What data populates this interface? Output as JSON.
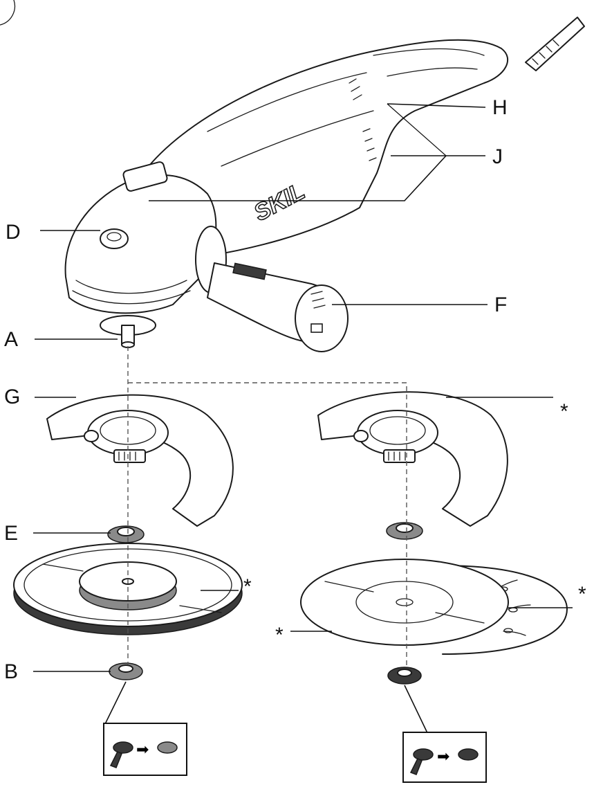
{
  "labels": {
    "a": "A",
    "b": "B",
    "d": "D",
    "e": "E",
    "f": "F",
    "g": "G",
    "h": "H",
    "j": "J"
  },
  "brand": "SKIL",
  "asterisk": "*",
  "icons": {
    "wrench_step": "wrench-to-flange-icon",
    "arrow": "arrow-right-icon"
  }
}
